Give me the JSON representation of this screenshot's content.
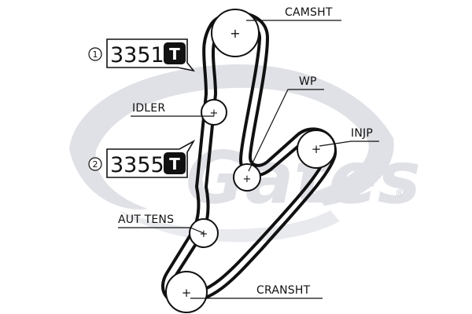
{
  "colors": {
    "belt": "#111111",
    "watermark": "#dfe1e6",
    "text": "#111111",
    "badge_bg": "#111111",
    "badge_fg": "#ffffff"
  },
  "watermark": {
    "brand": "Gates",
    "registered_mark": "®"
  },
  "pulleys": {
    "camshaft": {
      "label": "CAMSHT"
    },
    "water_pump": {
      "label": "WP"
    },
    "idler": {
      "label": "IDLER"
    },
    "injection_pump": {
      "label": "INJP"
    },
    "auto_tensioner": {
      "label": "AUT TENS"
    },
    "crankshaft": {
      "label": "CRANSHT"
    },
    "center_symbol": "+"
  },
  "parts": [
    {
      "index": "1",
      "code": "3351",
      "badge": "T",
      "badge_icon": "tensioner-t-icon"
    },
    {
      "index": "2",
      "code": "3355",
      "badge": "T",
      "badge_icon": "tensioner-t-icon"
    }
  ]
}
